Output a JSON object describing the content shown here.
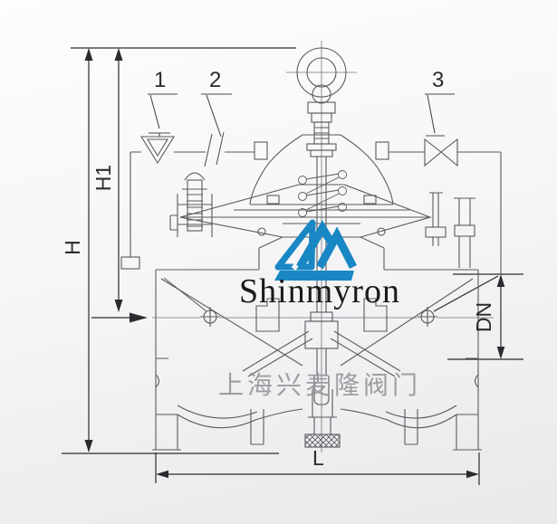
{
  "watermark": {
    "brand": "Shinmyron",
    "company_cn": "上海兴麦隆阀门",
    "logo_color": "#1a87c5",
    "brand_color": "#1a1a1d",
    "company_color": "#8f9094"
  },
  "dimensions": {
    "H": {
      "label": "H"
    },
    "H1": {
      "label": "H1"
    },
    "DN": {
      "label": "DN"
    },
    "L": {
      "label": "L"
    }
  },
  "callouts": {
    "c1": {
      "id": "1",
      "part": "strainer"
    },
    "c2": {
      "id": "2",
      "part": "pipe-union"
    },
    "c3": {
      "id": "3",
      "part": "pilot-ball-valve"
    }
  },
  "colors": {
    "line": "#5a5a5f",
    "dimension": "#2b2b2f",
    "background_top": "#fdfdfd",
    "background_bottom": "#e9e9eb"
  }
}
